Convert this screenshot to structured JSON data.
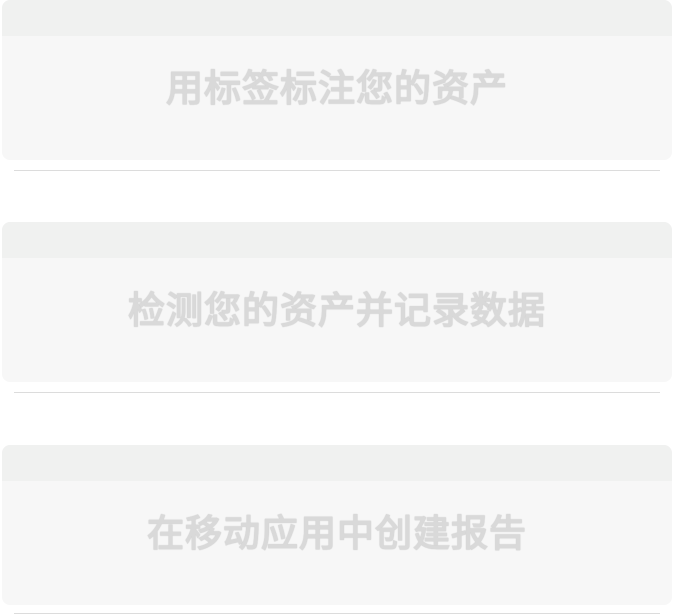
{
  "cards": [
    {
      "title": "用标签标注您的资产"
    },
    {
      "title": "检测您的资产并记录数据"
    },
    {
      "title": "在移动应用中创建报告"
    }
  ]
}
